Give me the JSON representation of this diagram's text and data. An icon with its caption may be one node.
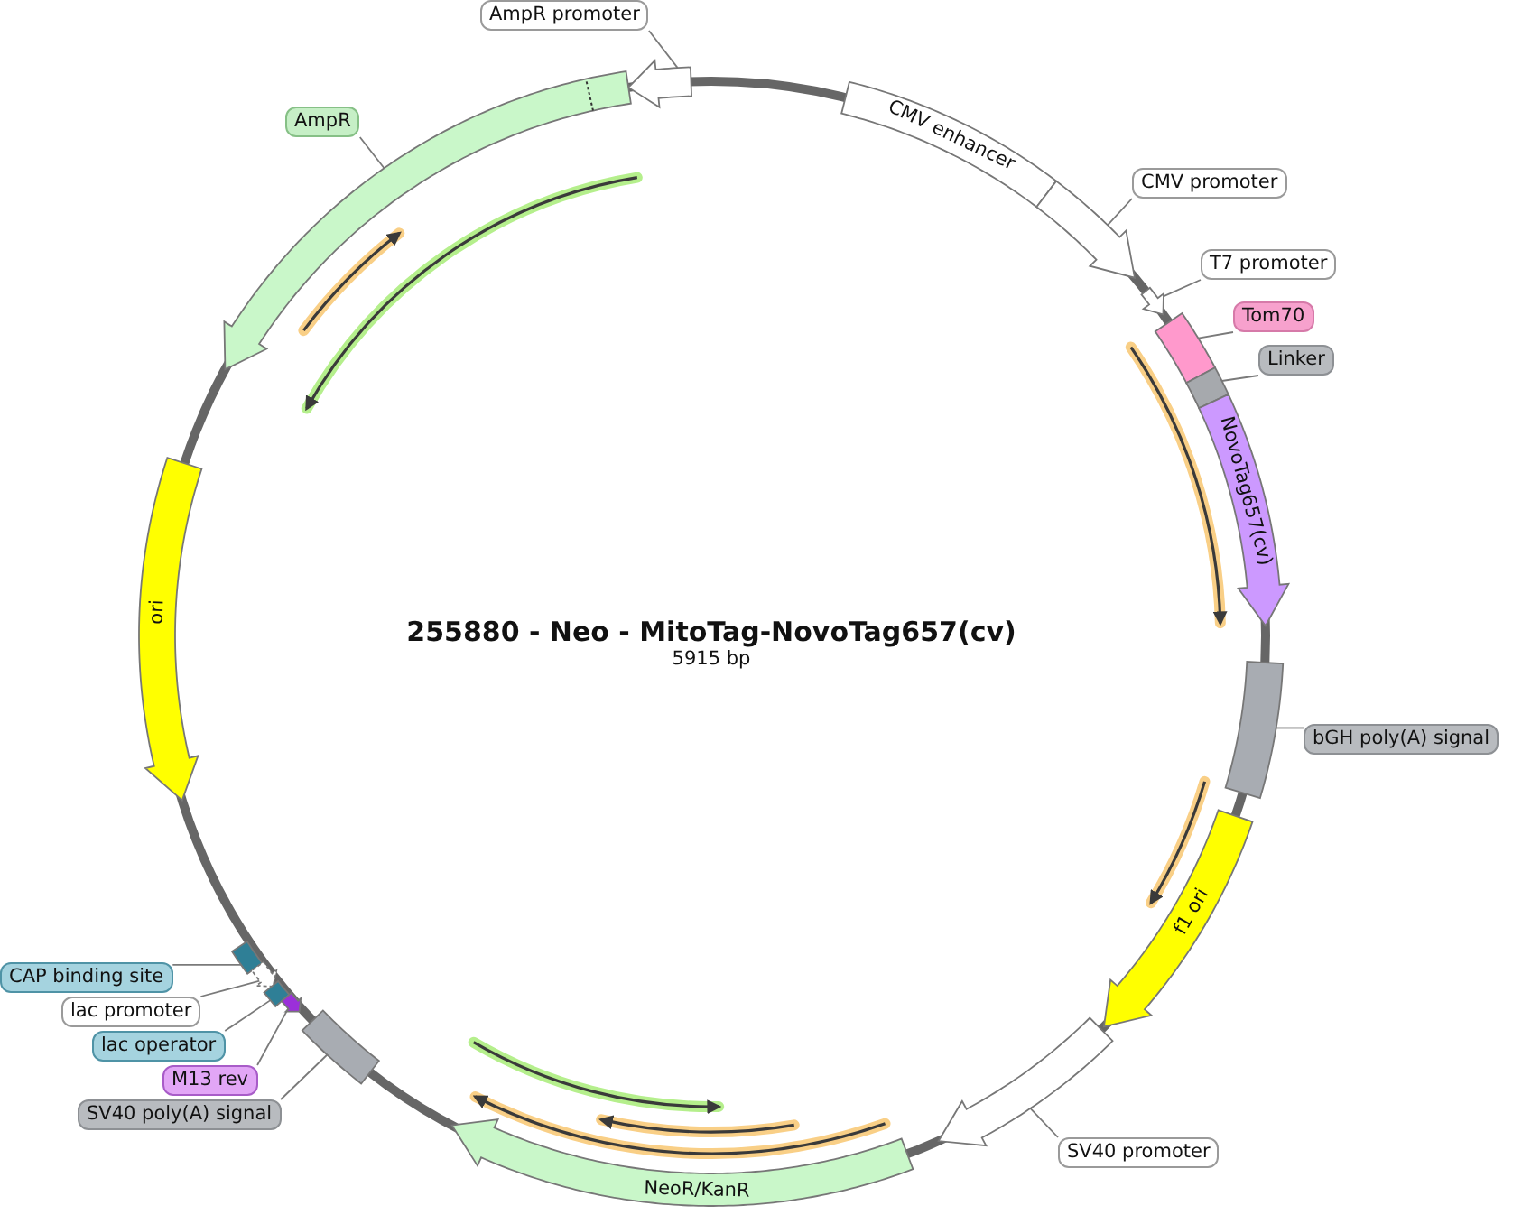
{
  "diagram": {
    "title": "255880 - Neo - MitoTag-NovoTag657(cv)",
    "nodes": [
      {
        "text": [
          "AmpR promoter"
        ]
      },
      {
        "text": [],
        "shape": "arrow"
      },
      {
        "text": [
          "AmpR"
        ]
      },
      {
        "text": [],
        "shape": "arrow"
      },
      {
        "text": [
          "CMV enhancer"
        ]
      },
      {
        "text": [
          "CMV promoter"
        ]
      },
      {
        "text": [],
        "shape": "arrow"
      },
      {
        "text": [
          "T7 promoter"
        ]
      },
      {
        "text": [],
        "shape": "arrow"
      },
      {
        "text": [
          "Tom70"
        ]
      },
      {
        "text": [],
        "shape": "bar"
      },
      {
        "text": [
          "Linker"
        ]
      },
      {
        "text": [],
        "shape": "bar"
      },
      {
        "text": [
          "NovoTag657(cv)"
        ]
      },
      {
        "text": [
          "ori"
        ]
      },
      {
        "text": [],
        "shape": "bar"
      },
      {
        "text": [
          "bGH poly(A) signal"
        ]
      },
      {
        "text": [
          "f1 ori"
        ]
      },
      {
        "text": [
          "CAP binding site"
        ]
      },
      {
        "text": [],
        "shape": "bar"
      },
      {
        "text": [
          "lac promoter"
        ]
      },
      {
        "text": [],
        "shape": "arrow"
      },
      {
        "text": [
          "lac operator"
        ]
      },
      {
        "text": [],
        "shape": "bar"
      },
      {
        "text": [
          "M13 rev"
        ]
      },
      {
        "text": [],
        "shape": "arrow"
      },
      {
        "text": [
          "SV40 poly(A) signal"
        ]
      },
      {
        "text": [],
        "shape": "bar"
      },
      {
        "text": [],
        "shape": "arrow"
      },
      {
        "text": [
          "SV40 promoter"
        ]
      },
      {
        "text": [
          "NeoR/KanR"
        ]
      }
    ],
    "edges": [
      {
        "from": 0,
        "to": 1,
        "arrow": "none"
      },
      {
        "from": 2,
        "to": 3,
        "arrow": "none"
      },
      {
        "from": 5,
        "to": 6,
        "arrow": "none"
      },
      {
        "from": 7,
        "to": 8,
        "arrow": "none"
      },
      {
        "from": 9,
        "to": 10,
        "arrow": "none"
      },
      {
        "from": 11,
        "to": 12,
        "arrow": "none"
      },
      {
        "from": 16,
        "to": 15,
        "arrow": "none"
      },
      {
        "from": 18,
        "to": 19,
        "arrow": "none"
      },
      {
        "from": 20,
        "to": 21,
        "arrow": "none"
      },
      {
        "from": 22,
        "to": 23,
        "arrow": "none"
      },
      {
        "from": 24,
        "to": 25,
        "arrow": "none"
      },
      {
        "from": 26,
        "to": 27,
        "arrow": "none"
      },
      {
        "from": 29,
        "to": 28,
        "arrow": "none"
      }
    ],
    "labels": [
      "5915 bp"
    ]
  }
}
